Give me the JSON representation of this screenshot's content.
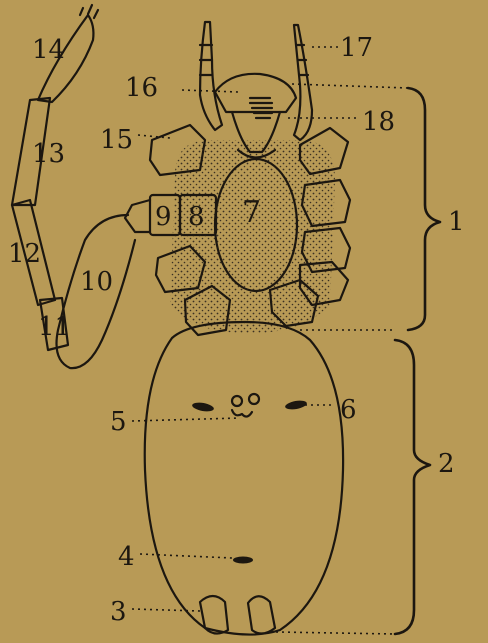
{
  "labels": {
    "l1": "1",
    "l2": "2",
    "l3": "3",
    "l4": "4",
    "l5": "5",
    "l6": "6",
    "l7": "7",
    "l8": "8",
    "l9": "9",
    "l10": "10",
    "l11": "11",
    "l12": "12",
    "l13": "13",
    "l14": "14",
    "l15": "15",
    "l16": "16",
    "l17": "17",
    "l18": "18"
  },
  "colors": {
    "paper": "#b89a56",
    "ink": "#1c1710",
    "stipple": "#3a3022"
  }
}
